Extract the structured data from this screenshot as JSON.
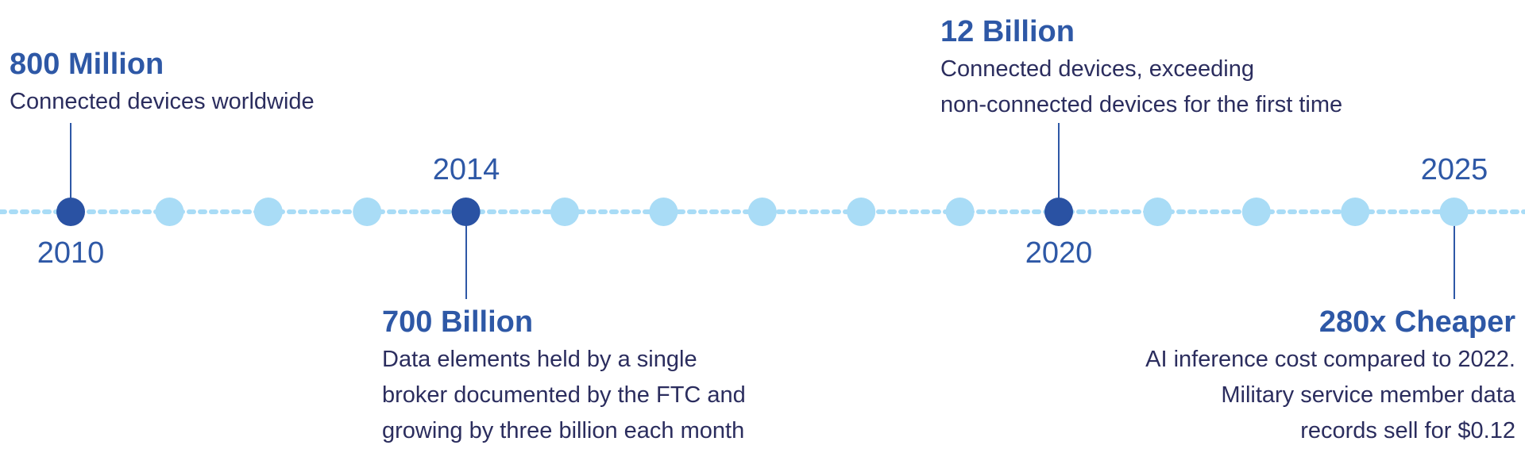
{
  "colors": {
    "major_dot": "#2a52a3",
    "minor_dot": "#a9dcf6",
    "line": "#a9dcf6",
    "connector": "#2e58a6",
    "headline": "#2e58a6",
    "body_text": "#2b2d5e"
  },
  "timeline": {
    "start_year": 2010,
    "end_year": 2025,
    "years": [
      2010,
      2011,
      2012,
      2013,
      2014,
      2015,
      2016,
      2017,
      2018,
      2019,
      2020,
      2021,
      2022,
      2023,
      2024,
      2025
    ],
    "major_years": [
      2010,
      2014,
      2020,
      2025
    ]
  },
  "milestones": [
    {
      "year_label": "2010",
      "headline": "800 Million",
      "lines": [
        "Connected devices worldwide"
      ]
    },
    {
      "year_label": "2014",
      "headline": "700 Billion",
      "lines": [
        "Data elements held by a single",
        "broker documented by the FTC and",
        "growing by three billion each month"
      ]
    },
    {
      "year_label": "2020",
      "headline": "12 Billion",
      "lines": [
        "Connected devices, exceeding",
        "non-connected devices for the first time"
      ]
    },
    {
      "year_label": "2025",
      "headline": "280x Cheaper",
      "lines": [
        "AI inference cost compared to 2022.",
        "Military service member data",
        "records sell for $0.12"
      ]
    }
  ]
}
